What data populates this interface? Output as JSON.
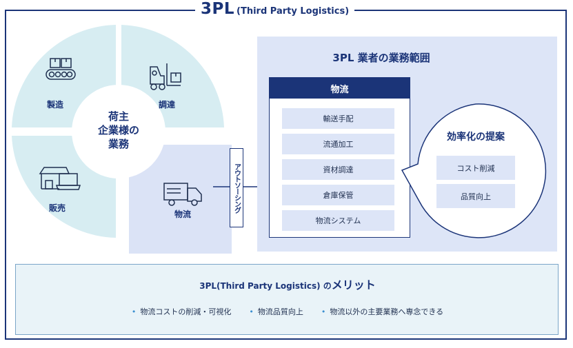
{
  "title": {
    "main": "3PL",
    "sub": "(Third Party Logistics)"
  },
  "wheel": {
    "center": [
      "荷主",
      "企業様の",
      "業務"
    ],
    "segments": {
      "manufacturing": "製造",
      "procurement": "調達",
      "sales": "販売",
      "logistics": "物流"
    }
  },
  "outsourcing_label": "アウトソーシング",
  "scope": {
    "title": "3PL 業者の業務範囲",
    "logistics_header": "物流",
    "logistics_items": [
      "輸送手配",
      "流通加工",
      "資材調達",
      "倉庫保管",
      "物流システム"
    ],
    "bubble": {
      "title": "効率化の提案",
      "items": [
        "コスト削減",
        "品質向上"
      ]
    }
  },
  "merit": {
    "title_prefix": "3PL(Third Party Logistics) の",
    "title_suffix": "メリット",
    "items": [
      "物流コストの削減・可視化",
      "物流品質向上",
      "物流以外の主要業務へ専念できる"
    ]
  },
  "colors": {
    "navy": "#1b3478",
    "wheel_teal": "#d7edf2",
    "wheel_blue": "#dbe3f6",
    "merit_bg": "#e9f3f8"
  },
  "icons": [
    "conveyor-boxes-icon",
    "forklift-icon",
    "shop-laptop-icon",
    "truck-icon"
  ]
}
